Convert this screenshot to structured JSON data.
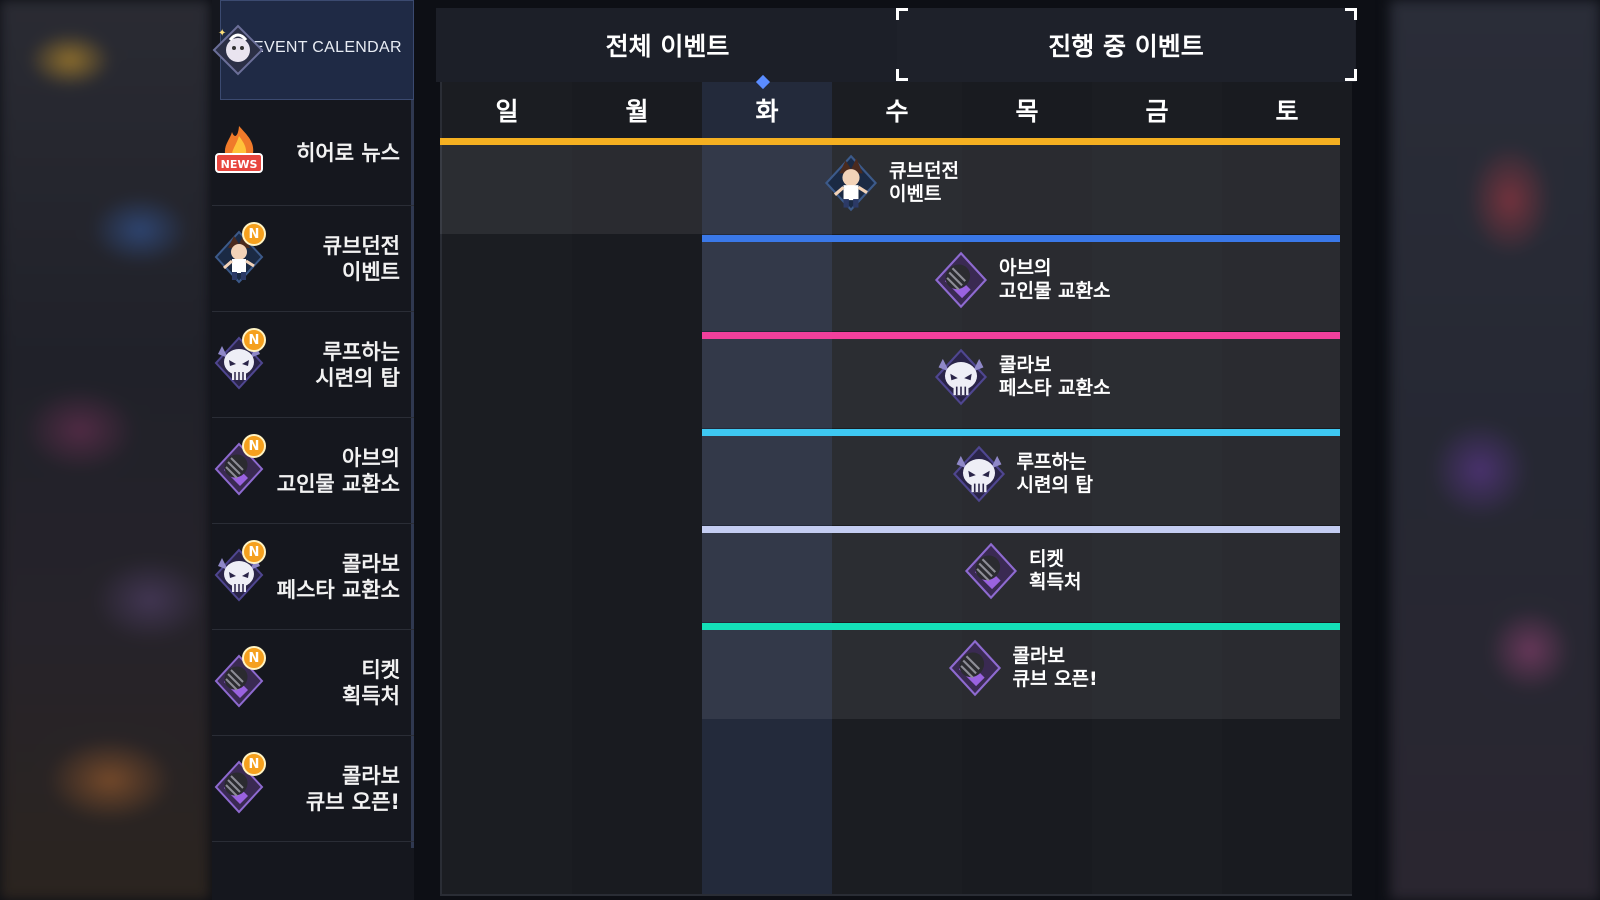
{
  "sidebar": {
    "title": "EVENT CALENDAR",
    "items": [
      {
        "line1": "히어로 뉴스",
        "line2": "",
        "icon": "news-flame-icon",
        "new": false
      },
      {
        "line1": "큐브던전",
        "line2": "이벤트",
        "icon": "character-icon",
        "new": true,
        "badge": "N"
      },
      {
        "line1": "루프하는",
        "line2": "시련의 탑",
        "icon": "skull-icon",
        "new": true,
        "badge": "N"
      },
      {
        "line1": "아브의",
        "line2": "고인물 교환소",
        "icon": "microphone-icon",
        "new": true,
        "badge": "N"
      },
      {
        "line1": "콜라보",
        "line2": "페스타 교환소",
        "icon": "skull-icon",
        "new": true,
        "badge": "N"
      },
      {
        "line1": "티켓",
        "line2": "획득처",
        "icon": "microphone-icon",
        "new": true,
        "badge": "N"
      },
      {
        "line1": "콜라보",
        "line2": "큐브 오픈!",
        "icon": "microphone-icon",
        "new": true,
        "badge": "N"
      }
    ]
  },
  "tabs": {
    "all": "전체 이벤트",
    "ongoing": "진행 중 이벤트",
    "selected": "ongoing"
  },
  "days": [
    "일",
    "월",
    "화",
    "수",
    "목",
    "금",
    "토"
  ],
  "today_index": 2,
  "events": [
    {
      "line1": "큐브던전",
      "line2": "이벤트",
      "icon": "character-icon",
      "color": "#f5b021",
      "start_day": "일",
      "end_day": "토"
    },
    {
      "line1": "아브의",
      "line2": "고인물 교환소",
      "icon": "microphone-icon",
      "color": "#3a78e8",
      "start_day": "화",
      "end_day": "토"
    },
    {
      "line1": "콜라보",
      "line2": "페스타 교환소",
      "icon": "skull-icon",
      "color": "#f23f9c",
      "start_day": "화",
      "end_day": "토"
    },
    {
      "line1": "루프하는",
      "line2": "시련의 탑",
      "icon": "skull-icon",
      "color": "#3ec8f2",
      "start_day": "화",
      "end_day": "토"
    },
    {
      "line1": "티켓",
      "line2": "획득처",
      "icon": "microphone-icon",
      "color": "#c4cdf2",
      "start_day": "화",
      "end_day": "토"
    },
    {
      "line1": "콜라보",
      "line2": "큐브 오픈!",
      "icon": "microphone-icon",
      "color": "#14e0b8",
      "start_day": "화",
      "end_day": "토"
    }
  ],
  "colors": {
    "accent": "#5a8cff",
    "badge": "#f5a01e",
    "today_column": "#232a3b"
  }
}
